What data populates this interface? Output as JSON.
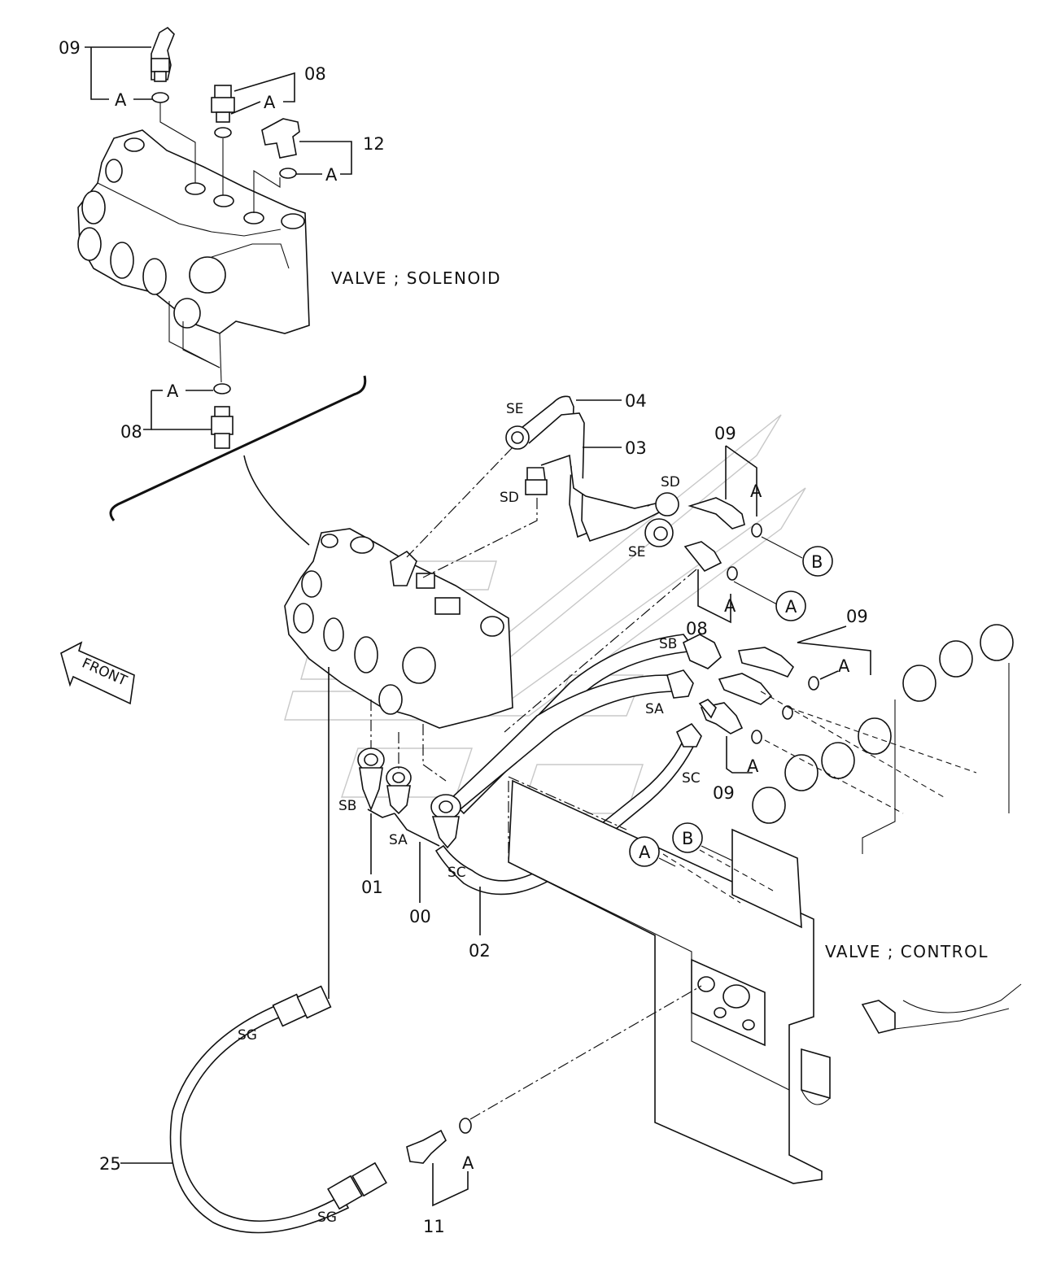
{
  "diagram": {
    "headings": {
      "solenoid_valve": "VALVE ; SOLENOID",
      "control_valve": "VALVE ; CONTROL",
      "front": "FRONT"
    },
    "part_numbers": {
      "p09_top": "09",
      "p08_top": "08",
      "p12": "12",
      "p08_left": "08",
      "p04": "04",
      "p03": "03",
      "p09_right_a": "09",
      "p08_mid": "08",
      "p09_right_b": "09",
      "p09_right_c": "09",
      "p01": "01",
      "p00": "00",
      "p02": "02",
      "p25": "25",
      "p11": "11"
    },
    "port_labels": {
      "se_top": "SE",
      "sd_left": "SD",
      "sd_right": "SD",
      "se_right": "SE",
      "sb_right": "SB",
      "sa_right": "SA",
      "sc_right": "SC",
      "sb_left": "SB",
      "sa_left": "SA",
      "sc_left": "SC",
      "sg_top": "SG",
      "sg_bottom": "SG"
    },
    "seal_labels": {
      "a1": "A",
      "a2": "A",
      "a3": "A",
      "a4": "A",
      "a5": "A",
      "a6": "A",
      "a7": "A",
      "a8": "A",
      "a9": "A"
    },
    "callouts": {
      "circle_b_right": "B",
      "circle_a_right": "A",
      "circle_a_bottom": "A",
      "circle_b_bottom": "B"
    }
  }
}
